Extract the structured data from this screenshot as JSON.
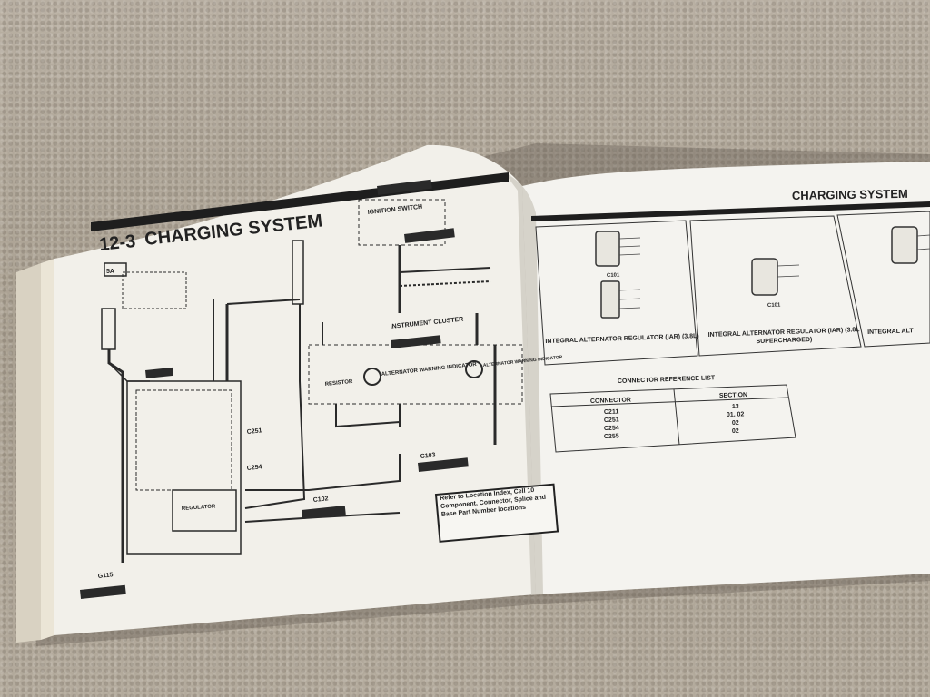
{
  "left_page": {
    "section_number": "12-3",
    "title": "CHARGING SYSTEM",
    "components": {
      "ignition_switch": "IGNITION SWITCH",
      "instrument_cluster": "INSTRUMENT CLUSTER",
      "alternator_warning_indicator_1": "ALTERNATOR WARNING INDICATOR",
      "alternator_warning_indicator_2": "ALTERNATOR WARNING INDICATOR",
      "resistor": "RESISTOR",
      "regulator": "REGULATOR",
      "fuse": "5A"
    },
    "connectors": [
      "C103",
      "C102",
      "C251",
      "C254"
    ],
    "ground": "G115",
    "note": "Refer to Location Index, Cell 10 Component, Connector, Splice and Base Part Number locations"
  },
  "right_page": {
    "title": "CHARGING SYSTEM",
    "panels": [
      {
        "connector": "C101",
        "caption": "INTEGRAL ALTERNATOR REGULATOR (IAR) (3.8L)"
      },
      {
        "connector": "C101",
        "caption": "INTEGRAL ALTERNATOR REGULATOR (IAR) (3.8L SUPERCHARGED)"
      },
      {
        "connector": "",
        "caption": "INTEGRAL ALT"
      }
    ],
    "connector_reference": {
      "title": "CONNECTOR REFERENCE LIST",
      "headers": [
        "CONNECTOR",
        "SECTION"
      ],
      "rows": [
        [
          "C211",
          "13"
        ],
        [
          "C251",
          "01, 02"
        ],
        [
          "C254",
          "02"
        ],
        [
          "C255",
          "02"
        ]
      ]
    }
  }
}
